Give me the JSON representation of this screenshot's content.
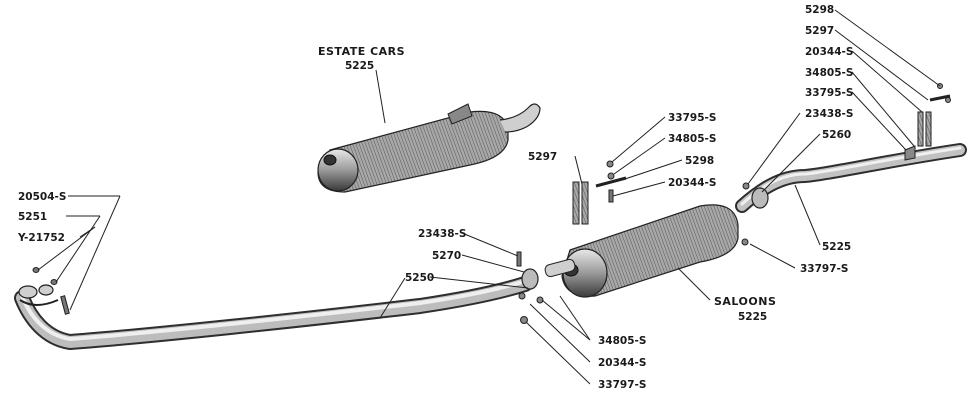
{
  "headings": {
    "estate": "ESTATE CARS",
    "estate_part": "5225",
    "saloons": "SALOONS",
    "saloons_part": "5225"
  },
  "callouts": {
    "c5298_top": "5298",
    "c5297_top": "5297",
    "c20344_top": "20344-S",
    "c34805_top": "34805-S",
    "c33795_top": "33795-S",
    "c23438_top": "23438-S",
    "c5260": "5260",
    "c5225_right": "5225",
    "c33797_right": "33797-S",
    "c33795_mid": "33795-S",
    "c34805_mid": "34805-S",
    "c5297_mid": "5297",
    "c5298_mid": "5298",
    "c20344_mid": "20344-S",
    "c23438_left": "23438-S",
    "c5270": "5270",
    "c5250": "5250",
    "c20504": "20504-S",
    "c5251": "5251",
    "cY21752": "Y-21752",
    "c34805_low": "34805-S",
    "c20344_low": "20344-S",
    "c33797_low": "33797-S"
  }
}
